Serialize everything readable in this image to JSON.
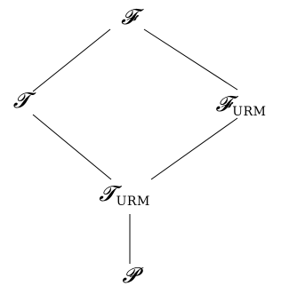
{
  "diagram": {
    "nodes": {
      "F": {
        "symbol": "𝓕",
        "subscript": ""
      },
      "T": {
        "symbol": "𝓣",
        "subscript": ""
      },
      "F_URM": {
        "symbol": "𝓕",
        "subscript": "URM"
      },
      "T_URM": {
        "symbol": "𝓣",
        "subscript": "URM"
      },
      "P": {
        "symbol": "𝓟",
        "subscript": ""
      }
    },
    "edges": [
      {
        "from": "F",
        "to": "T"
      },
      {
        "from": "F",
        "to": "F_URM"
      },
      {
        "from": "T",
        "to": "T_URM"
      },
      {
        "from": "F_URM",
        "to": "T_URM"
      },
      {
        "from": "T_URM",
        "to": "P"
      }
    ],
    "colors": {
      "line": "#000000",
      "text": "#000000"
    }
  }
}
